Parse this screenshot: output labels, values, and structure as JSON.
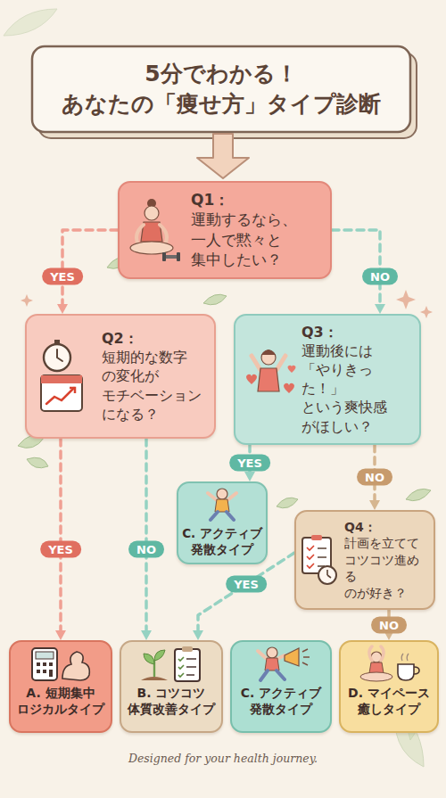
{
  "diagram": {
    "title": "5分でわかる！ あなたの「痩せ方」タイプ診断",
    "caption": "Designed for your health journey.",
    "nodes": [
      {
        "text": [
          "Q1：",
          "運動するなら、 一人で黙々と 集中したい？"
        ]
      },
      {
        "text": [
          "Q2：",
          "短期的な数字 の変化が モチベーション になる？"
        ]
      },
      {
        "text": [
          "Q3：",
          "運動後には 「やりきった！」 という爽快感 がほしい？"
        ]
      },
      {
        "text": [
          "C. アクティブ 発散タイプ"
        ]
      },
      {
        "text": [
          "Q4：",
          "計画を立てて コツコツ進める のが好き？"
        ]
      },
      {
        "text": [
          "A. 短期集中 ロジカルタイプ"
        ]
      },
      {
        "text": [
          "B. コツコツ 体質改善タイプ"
        ]
      },
      {
        "text": [
          "C. アクティブ 発散タイプ"
        ]
      },
      {
        "text": [
          "D. マイペース 癒しタイプ"
        ]
      }
    ],
    "edges": [
      {
        "from": 0,
        "to": 1,
        "label": "YES",
        "arrow": "to"
      },
      {
        "from": 0,
        "to": 2,
        "label": "NO",
        "arrow": "to"
      },
      {
        "from": 1,
        "to": 5,
        "label": "YES",
        "arrow": "to"
      },
      {
        "from": 1,
        "to": 6,
        "label": "NO",
        "arrow": "to"
      },
      {
        "from": 2,
        "to": 3,
        "label": "YES",
        "arrow": "to"
      },
      {
        "from": 2,
        "to": 4,
        "label": "NO",
        "arrow": "to"
      },
      {
        "from": 4,
        "to": 6,
        "label": "YES",
        "arrow": "to"
      },
      {
        "from": 4,
        "to": 8,
        "label": "NO",
        "arrow": "to"
      }
    ]
  }
}
